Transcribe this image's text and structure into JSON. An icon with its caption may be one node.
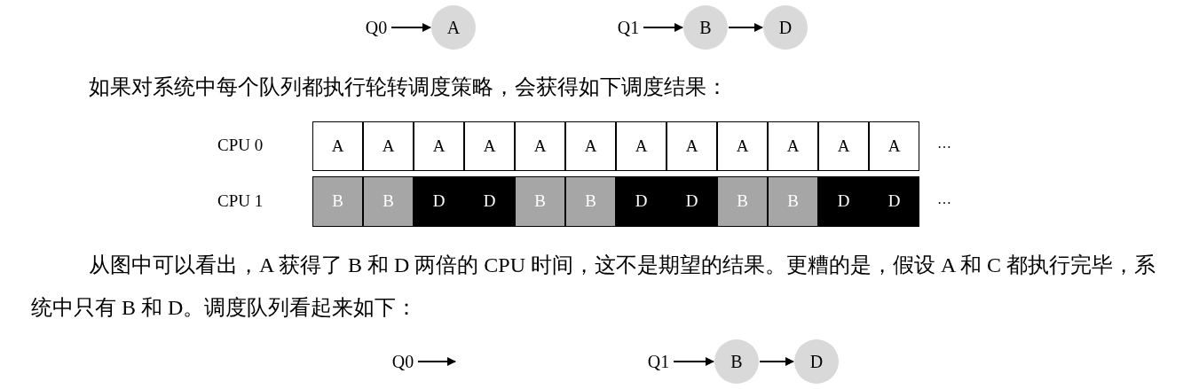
{
  "diagram": {
    "nodes": [
      {
        "text": [
          "Q0"
        ]
      },
      {
        "text": [
          "A"
        ]
      },
      {
        "text": [
          "Q1"
        ]
      },
      {
        "text": [
          "B"
        ]
      },
      {
        "text": [
          "D"
        ]
      },
      {
        "text": [
          "A"
        ]
      },
      {
        "text": [
          "A"
        ]
      },
      {
        "text": [
          "A"
        ]
      },
      {
        "text": [
          "A"
        ]
      },
      {
        "text": [
          "A"
        ]
      },
      {
        "text": [
          "A"
        ]
      },
      {
        "text": [
          "A"
        ]
      },
      {
        "text": [
          "A"
        ]
      },
      {
        "text": [
          "A"
        ]
      },
      {
        "text": [
          "A"
        ]
      },
      {
        "text": [
          "A"
        ]
      },
      {
        "text": [
          "A"
        ]
      },
      {
        "text": [
          "B"
        ]
      },
      {
        "text": [
          "B"
        ]
      },
      {
        "text": [
          "D"
        ]
      },
      {
        "text": [
          "D"
        ]
      },
      {
        "text": [
          "B"
        ]
      },
      {
        "text": [
          "B"
        ]
      },
      {
        "text": [
          "D"
        ]
      },
      {
        "text": [
          "D"
        ]
      },
      {
        "text": [
          "B"
        ]
      },
      {
        "text": [
          "B"
        ]
      },
      {
        "text": [
          "D"
        ]
      },
      {
        "text": [
          "D"
        ]
      },
      {
        "text": [
          "Q0"
        ]
      },
      {
        "text": [
          "Q1"
        ]
      },
      {
        "text": [
          "B"
        ]
      },
      {
        "text": [
          "D"
        ]
      }
    ],
    "edges": [
      {
        "from": 0,
        "to": 1,
        "arrow": "to"
      },
      {
        "from": 2,
        "to": 3,
        "arrow": "to"
      },
      {
        "from": 3,
        "to": 4,
        "arrow": "to"
      },
      {
        "from": 29,
        "to": null,
        "arrow": "to"
      },
      {
        "from": 30,
        "to": 31,
        "arrow": "to"
      },
      {
        "from": 31,
        "to": 32,
        "arrow": "to"
      }
    ],
    "labels": [
      "如果对系统中每个队列都执行轮转调度策略，会获得如下调度结果：",
      "CPU 0",
      "…",
      "CPU 1",
      "…",
      "从图中可以看出，A 获得了 B 和 D 两倍的 CPU 时间，这不是期望的结果。更糟的是，假设 A 和 C 都执行完毕，系统中只有 B 和 D。调度队列看起来如下："
    ]
  }
}
